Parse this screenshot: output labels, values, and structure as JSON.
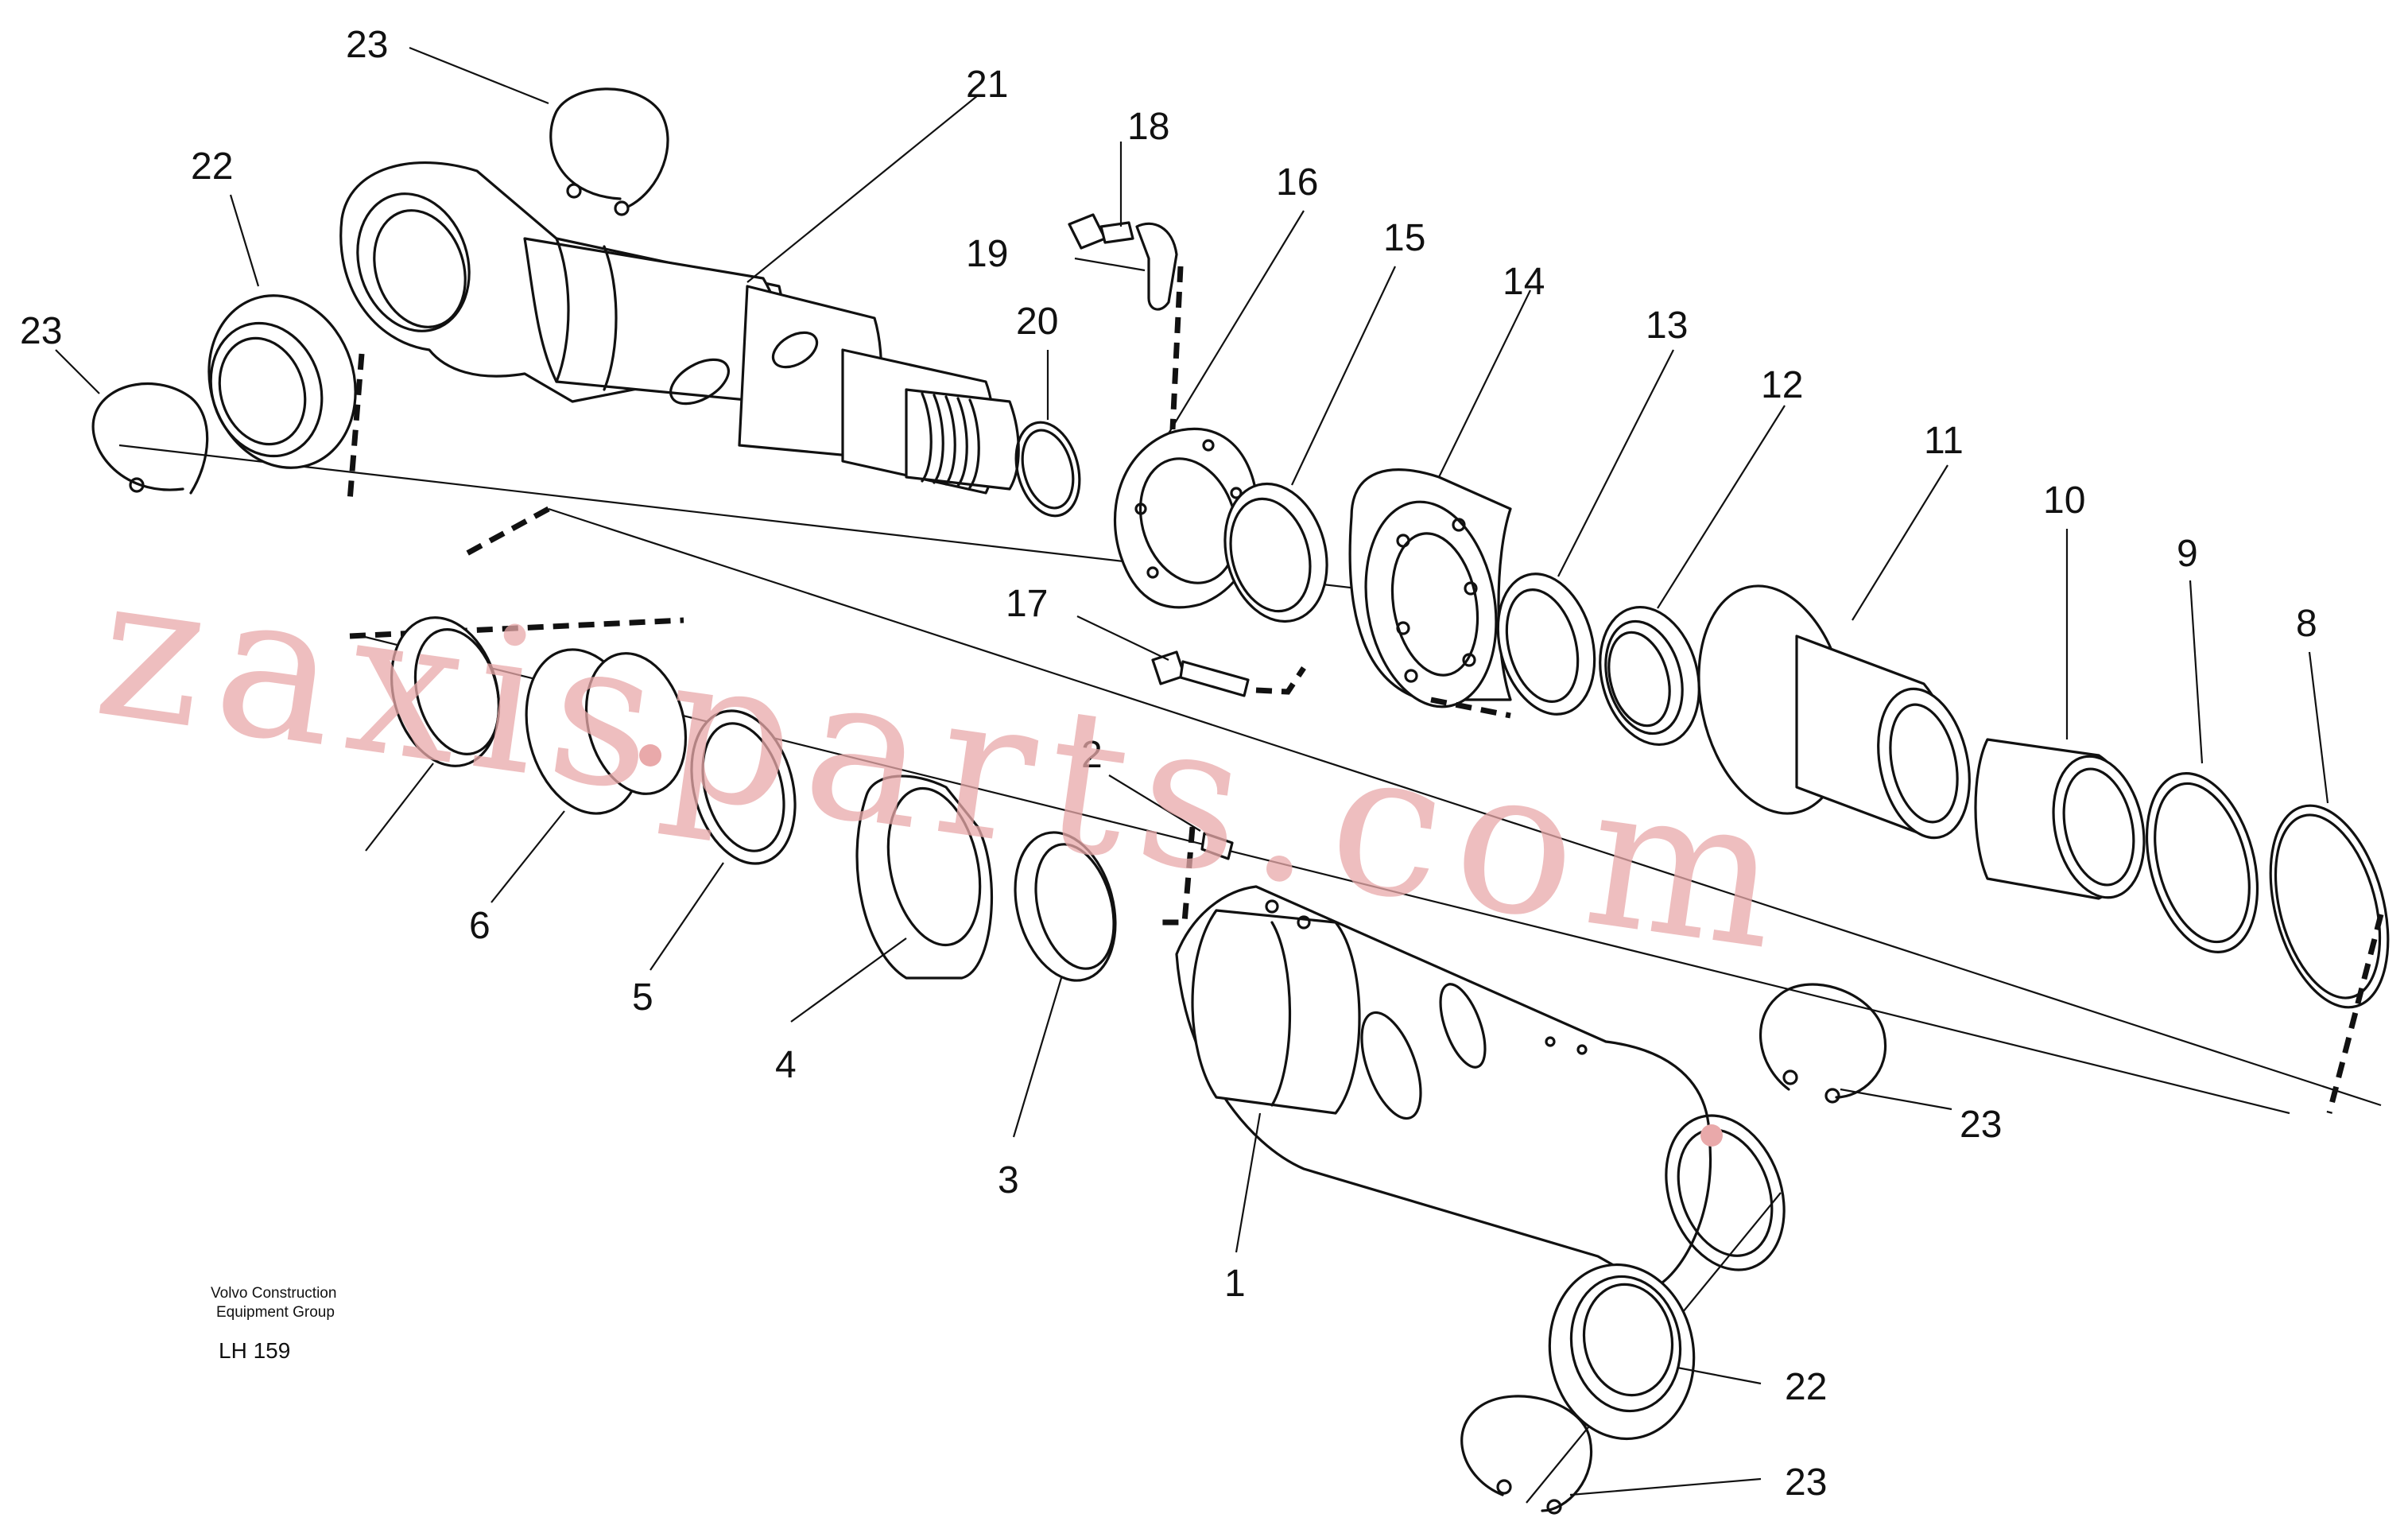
{
  "callouts": {
    "c1": "1",
    "c2": "2",
    "c3": "3",
    "c4": "4",
    "c5": "5",
    "c6": "6",
    "c8": "8",
    "c9": "9",
    "c10": "10",
    "c11": "11",
    "c12": "12",
    "c13": "13",
    "c14": "14",
    "c15": "15",
    "c16": "16",
    "c17": "17",
    "c18": "18",
    "c19": "19",
    "c20": "20",
    "c21": "21",
    "c22a": "22",
    "c22b": "22",
    "c23a": "23",
    "c23b": "23",
    "c23c": "23",
    "c23d": "23"
  },
  "caption": {
    "company_line1": "Volvo Construction",
    "company_line2": "Equipment Group",
    "drawing_code": "LH 159"
  },
  "watermark": {
    "text": "zaxisparts.com",
    "color": "#e9a9aa"
  }
}
